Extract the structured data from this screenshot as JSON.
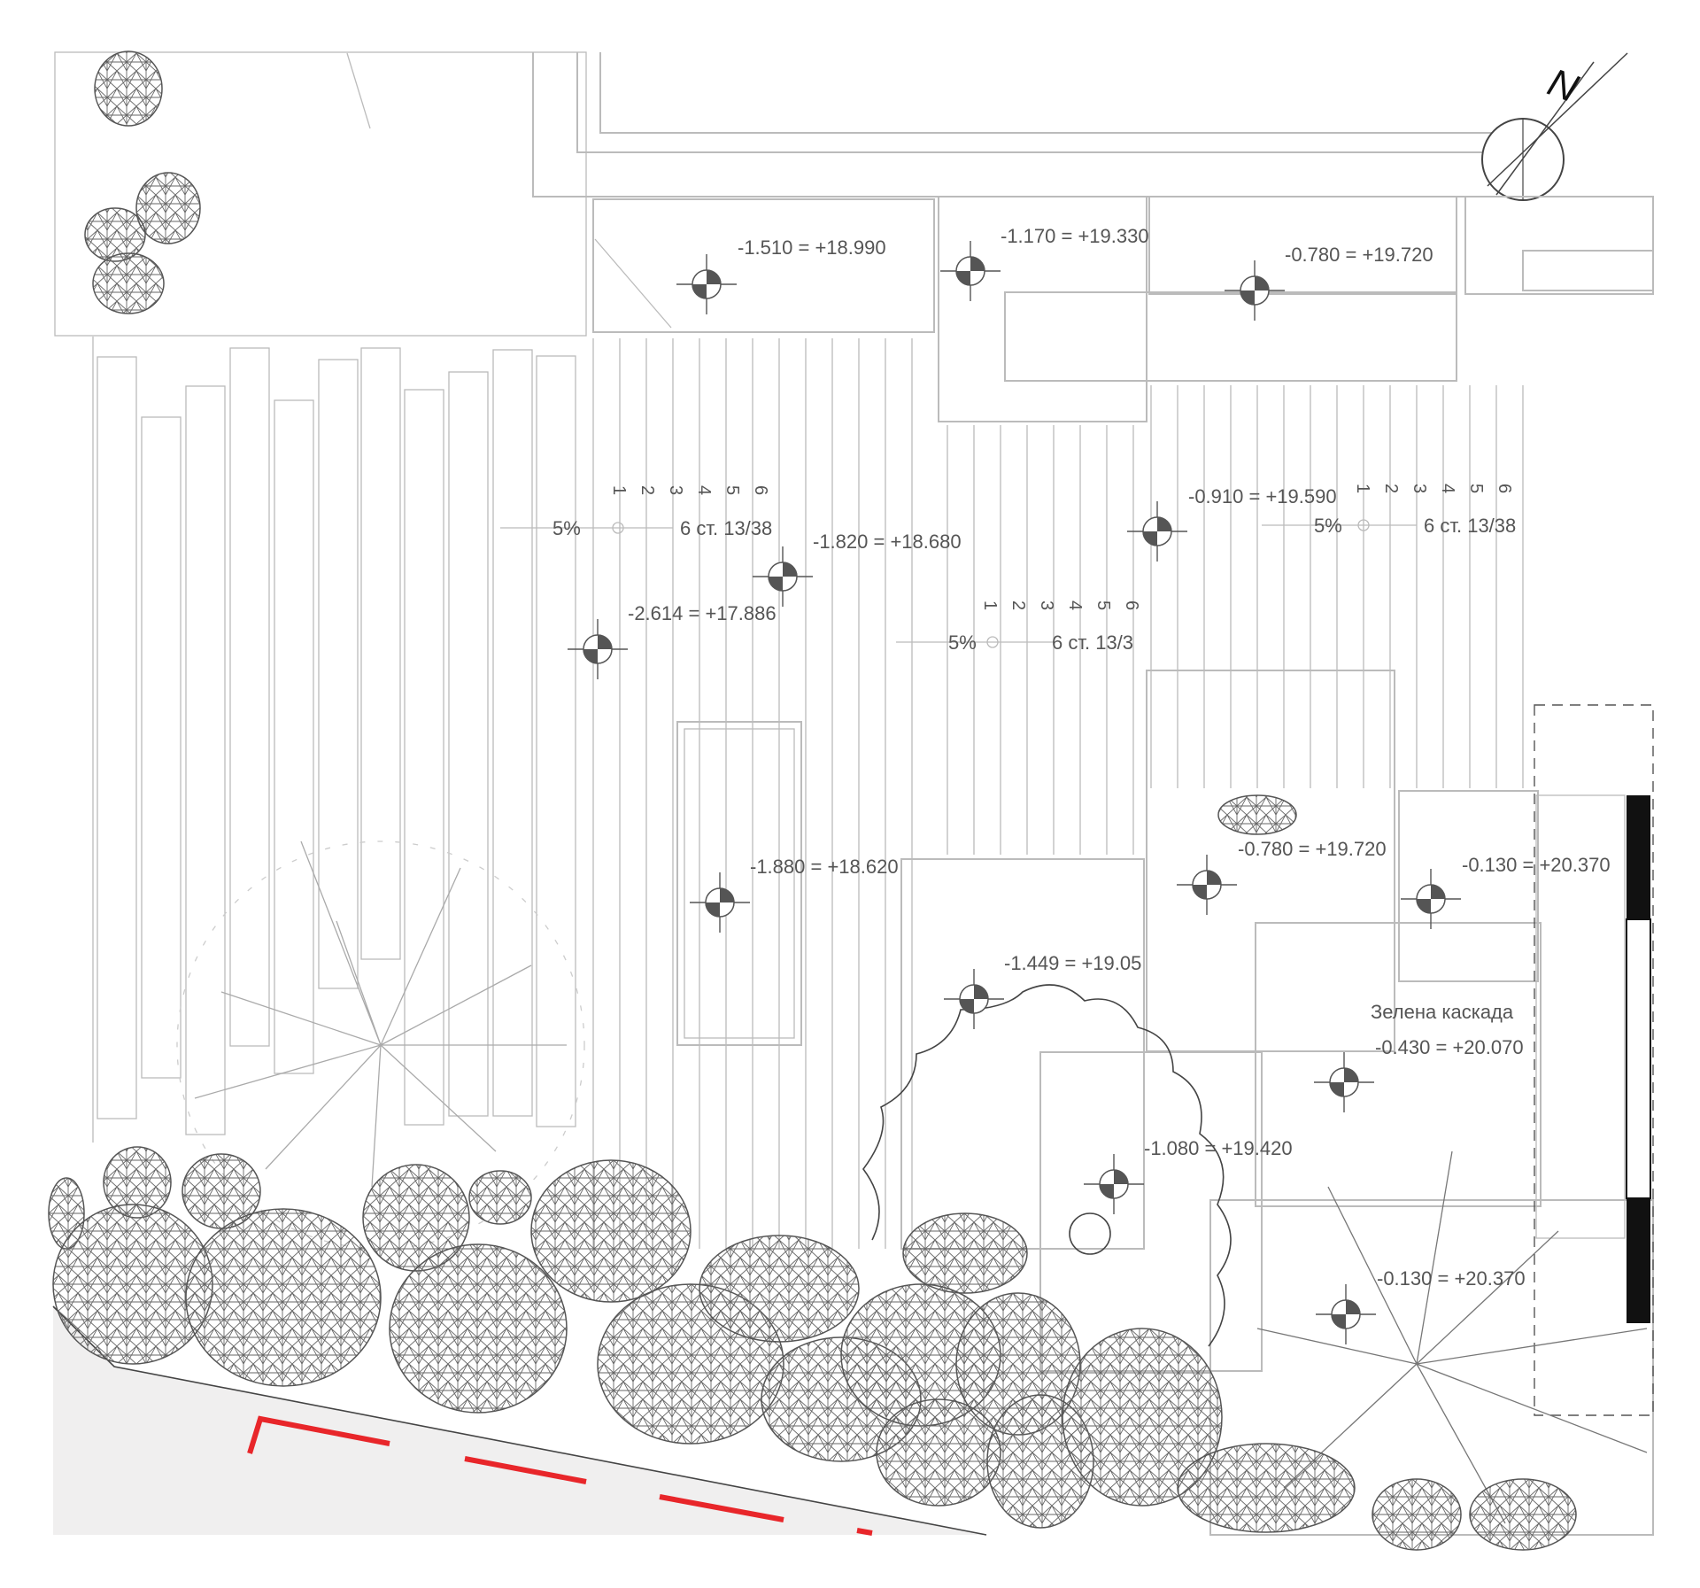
{
  "north": {
    "label": "N"
  },
  "levels": [
    {
      "text": "-1.510 = +18.990"
    },
    {
      "text": "-1.170 = +19.330"
    },
    {
      "text": "-0.780 = +19.720"
    },
    {
      "text": "-0.910 = +19.590"
    },
    {
      "text": "-1.820 = +18.680"
    },
    {
      "text": "-2.614 = +17.886"
    },
    {
      "text": "-1.880 = +18.620"
    },
    {
      "text": "-0.780 = +19.720"
    },
    {
      "text": "-0.130 = +20.370"
    },
    {
      "text": "-1.449 = +19.05"
    },
    {
      "text": "-0.430 = +20.070"
    },
    {
      "text": "-1.080 = +19.420"
    },
    {
      "text": "-0.130 = +20.370"
    }
  ],
  "stairs": [
    {
      "slope": "5%",
      "spec": "6 ст. 13/38",
      "steps": [
        "1",
        "2",
        "3",
        "4",
        "5",
        "6"
      ]
    },
    {
      "slope": "5%",
      "spec": "6 ст. 13/3",
      "steps": [
        "1",
        "2",
        "3",
        "4",
        "5",
        "6"
      ]
    },
    {
      "slope": "5%",
      "spec": "6 ст. 13/38",
      "steps": [
        "1",
        "2",
        "3",
        "4",
        "5",
        "6"
      ]
    }
  ],
  "zone_label": "Зелена каскада",
  "colors": {
    "line": "#bbbbbb",
    "marker": "#555555",
    "boundary": "#e8262a",
    "street": "#f0efef"
  }
}
